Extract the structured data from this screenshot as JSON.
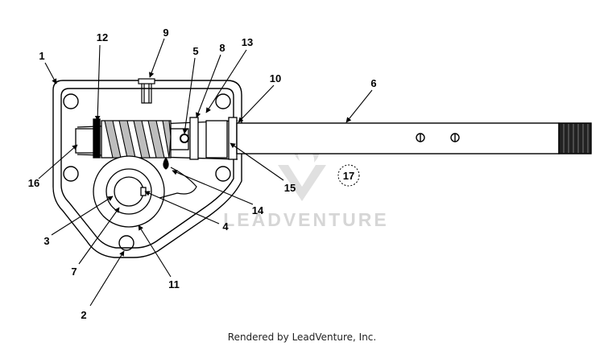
{
  "callouts": {
    "c1": "1",
    "c2": "2",
    "c3": "3",
    "c4": "4",
    "c5": "5",
    "c6": "6",
    "c7": "7",
    "c8": "8",
    "c9": "9",
    "c10": "10",
    "c11": "11",
    "c12": "12",
    "c13": "13",
    "c14": "14",
    "c15": "15",
    "c16": "16",
    "c17": "17"
  },
  "watermark": {
    "text": "LEADVENTURE"
  },
  "footer": {
    "text": "Rendered by LeadVenture, Inc."
  },
  "colors": {
    "line": "#000000",
    "watermark": "#d6d6d6",
    "background": "#ffffff"
  }
}
